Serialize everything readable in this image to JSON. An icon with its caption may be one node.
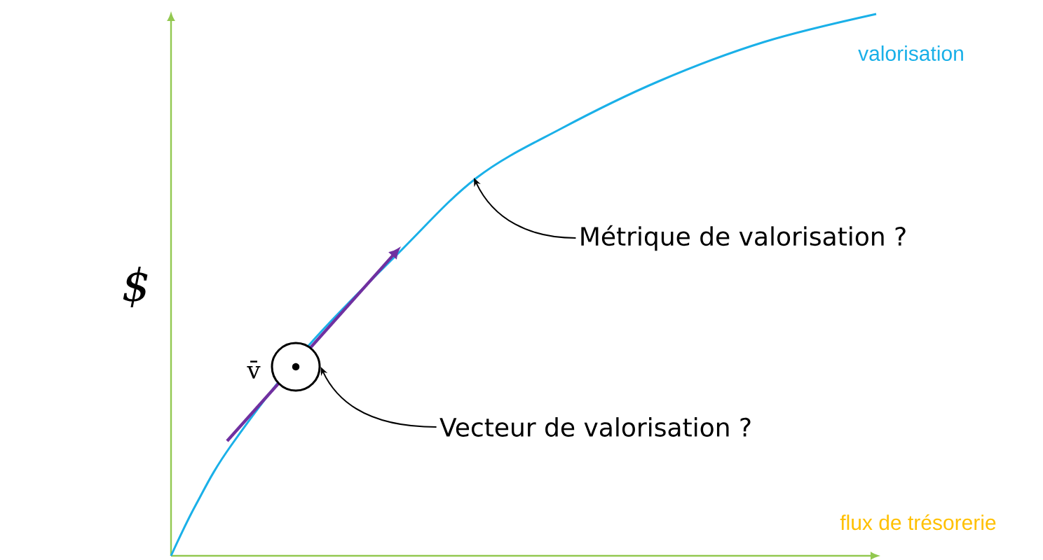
{
  "diagram": {
    "nodes": [
      {
        "text": [
          "Métrique de valorisation ?"
        ]
      },
      {
        "text": [
          "Vecteur de valorisation ?"
        ]
      },
      {
        "text": [],
        "shape": "circle"
      }
    ],
    "edges": [
      {
        "from": 0,
        "to": null,
        "arrow": "to"
      },
      {
        "from": 1,
        "to": 2,
        "arrow": "to"
      }
    ],
    "labels": [
      "$",
      "valorisation",
      "flux de trésorerie",
      "v̄"
    ]
  }
}
